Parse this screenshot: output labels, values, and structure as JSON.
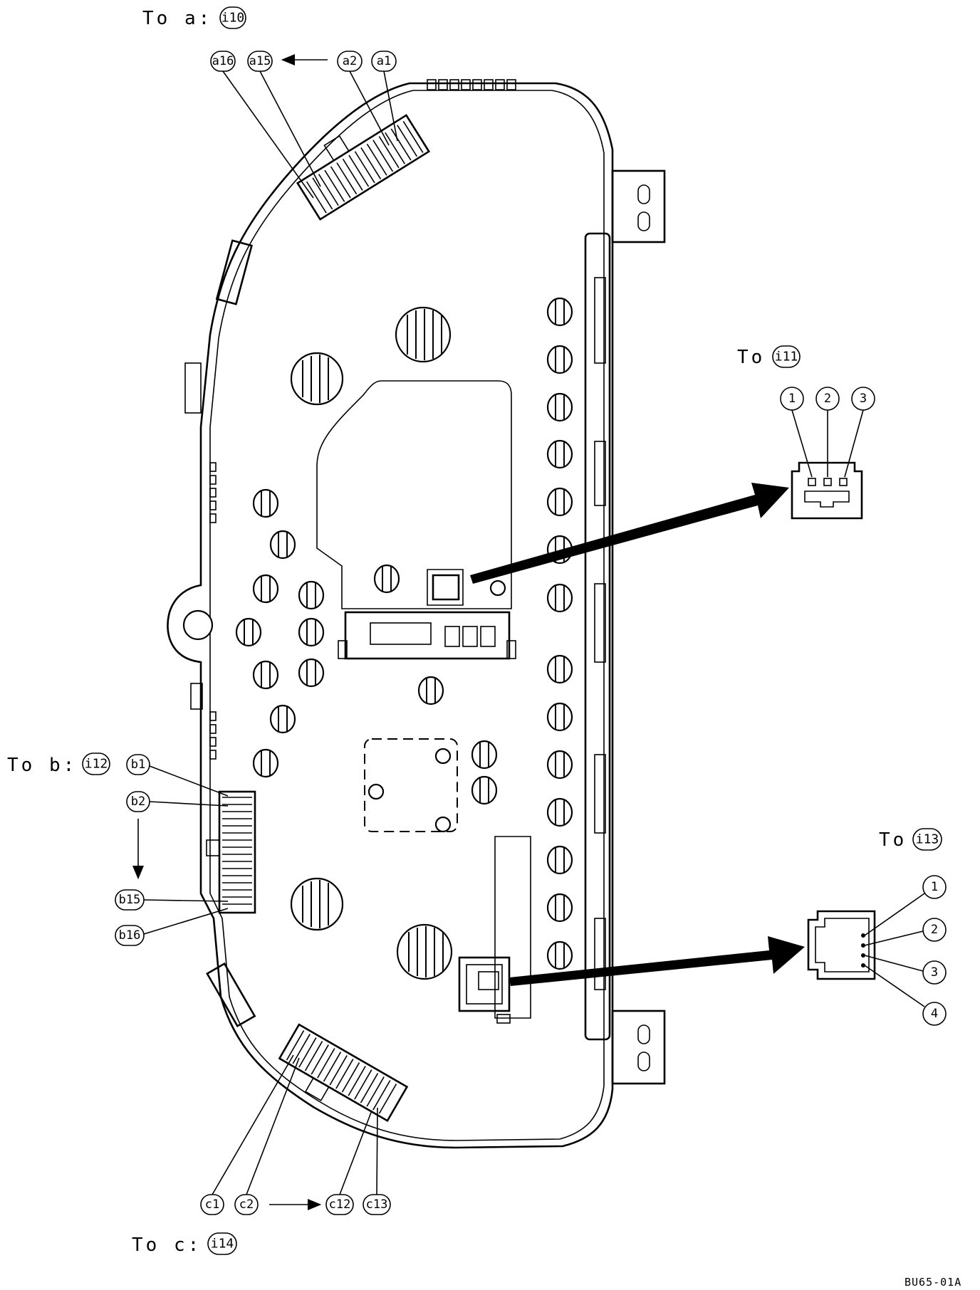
{
  "labels": {
    "to_a": "To a:",
    "to_b": "To b:",
    "to_c": "To c:",
    "to": "To",
    "figure_code": "BU65-01A"
  },
  "connectors": {
    "i10": "i10",
    "i11": "i11",
    "i12": "i12",
    "i13": "i13",
    "i14": "i14"
  },
  "pins_a": {
    "a16": "a16",
    "a15": "a15",
    "a2": "a2",
    "a1": "a1"
  },
  "pins_b": {
    "b1": "b1",
    "b2": "b2",
    "b15": "b15",
    "b16": "b16"
  },
  "pins_c": {
    "c1": "c1",
    "c2": "c2",
    "c12": "c12",
    "c13": "c13"
  },
  "pins_i11": [
    "1",
    "2",
    "3"
  ],
  "pins_i13": [
    "1",
    "2",
    "3",
    "4"
  ]
}
